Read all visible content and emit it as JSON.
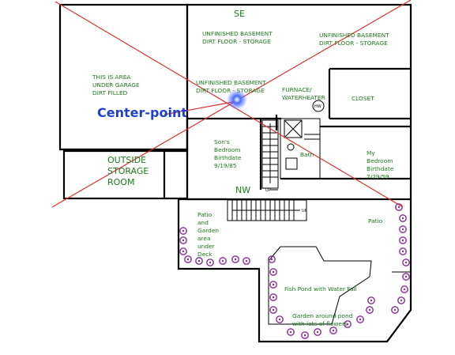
{
  "compass": {
    "se": "SE",
    "nw": "NW"
  },
  "labels": {
    "garage_fill": [
      "THIS IS AREA",
      "UNDER GARAGE",
      "DIRT FILLED"
    ],
    "basement_1": [
      "UNFINISHED BASEMENT",
      "DIRT FLOOR - STORAGE"
    ],
    "basement_2": [
      "UNFINISHED BASEMENT",
      "DIRT FLOOR - STORAGE"
    ],
    "basement_3": [
      "UNFINISHED BASEMENT",
      "DIRT FLOOR - STORAGE"
    ],
    "furnace": [
      "FURNACE/",
      "WATERHEATER"
    ],
    "water_heater_symbol": "HW",
    "closet": "CLOSET",
    "center_point": "Center-point",
    "outside_storage": [
      "OUTSIDE",
      "STORAGE",
      "ROOM"
    ],
    "sons_bedroom": [
      "Son's",
      "Bedroom",
      "Birthdate",
      "9/19/85"
    ],
    "my_bedroom": [
      "My",
      "Bedroom",
      "Birthdate",
      "7/29/59"
    ],
    "bath": "Bath",
    "stair_up_1": "UP",
    "stair_up_2": "UP",
    "patio_left": [
      "Patio",
      "and",
      "Garden",
      "area",
      "under",
      "Deck"
    ],
    "patio_right": "Patio",
    "fish_pond": "Fish Pond with Water Fall",
    "garden_pond": [
      "Garden around pond",
      "with lots of flowers"
    ]
  },
  "colors": {
    "label_text": "#1e7a1e",
    "wall": "#000000",
    "diagonal_lines": "#e03030",
    "center_point": "#1f3fd0",
    "flower": "#8a2a9a"
  }
}
